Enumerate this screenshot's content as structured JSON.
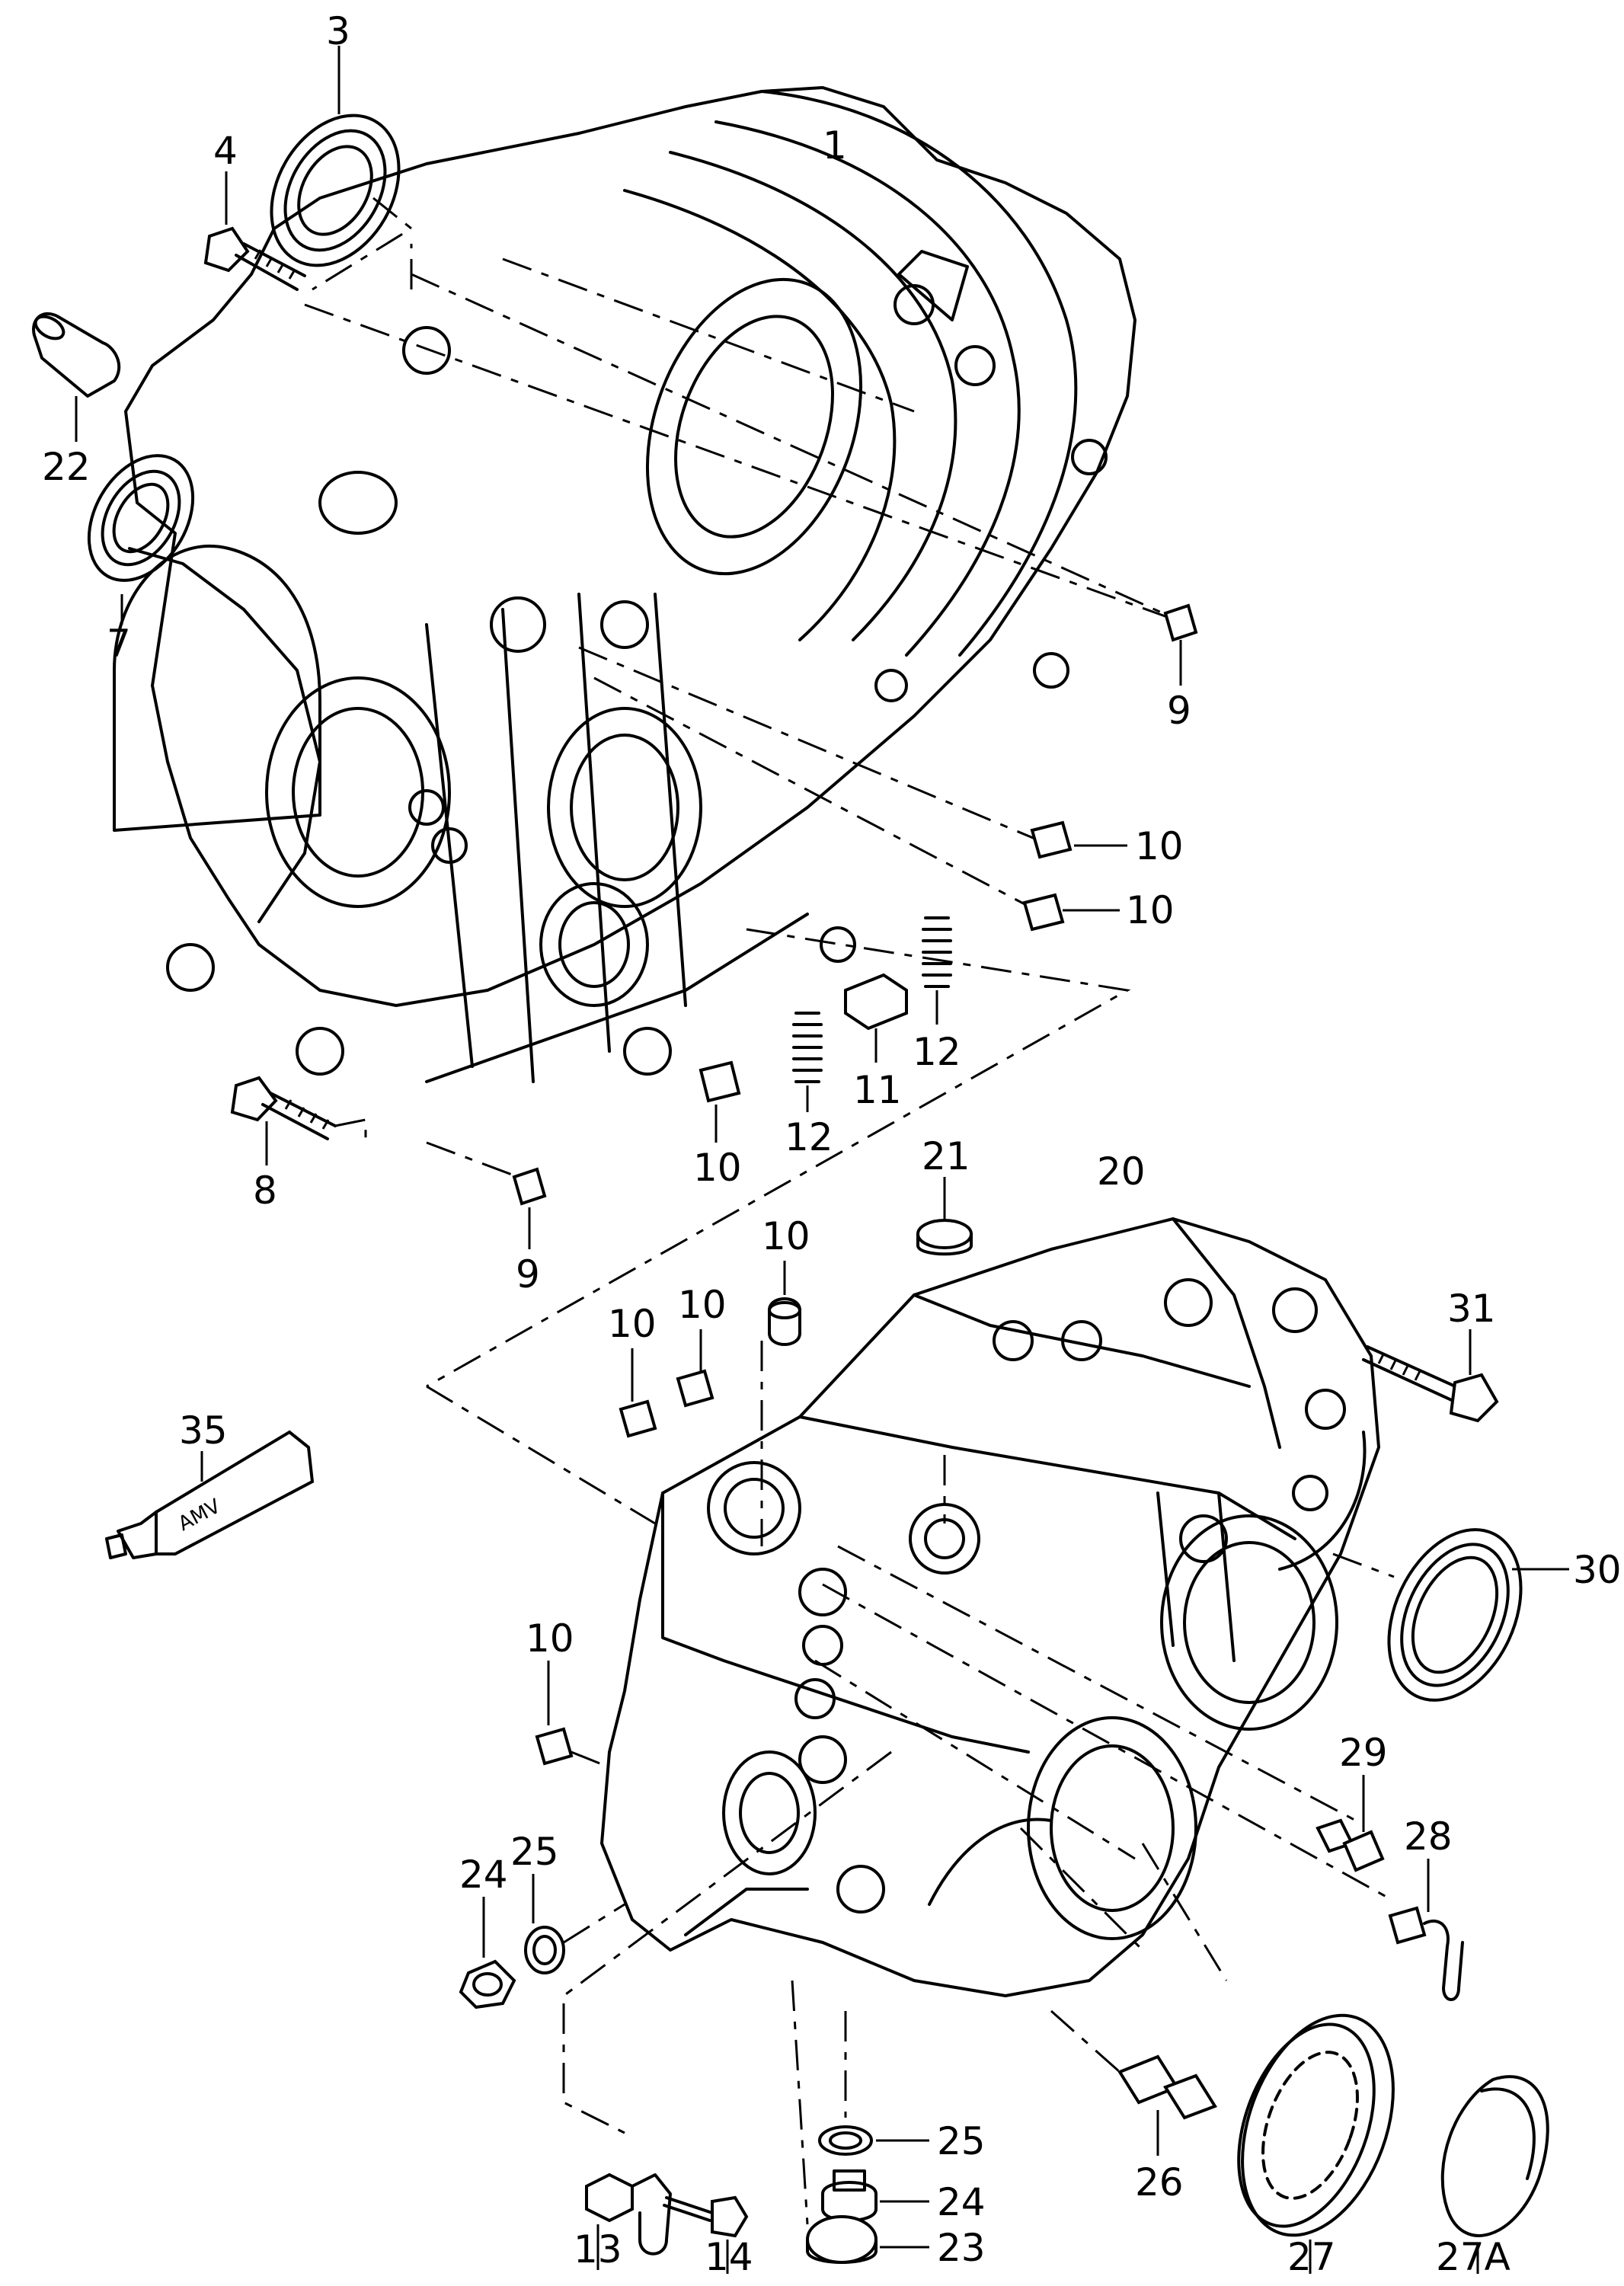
{
  "callouts": [
    {
      "id": "c1",
      "text": "1"
    },
    {
      "id": "c3",
      "text": "3"
    },
    {
      "id": "c4",
      "text": "4"
    },
    {
      "id": "c22",
      "text": "22"
    },
    {
      "id": "c7",
      "text": "7"
    },
    {
      "id": "c9a",
      "text": "9"
    },
    {
      "id": "c10a",
      "text": "10"
    },
    {
      "id": "c10b",
      "text": "10"
    },
    {
      "id": "c12a",
      "text": "12"
    },
    {
      "id": "c11",
      "text": "11"
    },
    {
      "id": "c12b",
      "text": "12"
    },
    {
      "id": "c8",
      "text": "8"
    },
    {
      "id": "c10c",
      "text": "10"
    },
    {
      "id": "c9b",
      "text": "9"
    },
    {
      "id": "c21",
      "text": "21"
    },
    {
      "id": "c20",
      "text": "20"
    },
    {
      "id": "c10d",
      "text": "10"
    },
    {
      "id": "c10e",
      "text": "10"
    },
    {
      "id": "c10f",
      "text": "10"
    },
    {
      "id": "c31",
      "text": "31"
    },
    {
      "id": "c35",
      "text": "35"
    },
    {
      "id": "c30",
      "text": "30"
    },
    {
      "id": "c10g",
      "text": "10"
    },
    {
      "id": "c29",
      "text": "29"
    },
    {
      "id": "c28",
      "text": "28"
    },
    {
      "id": "c24a",
      "text": "24"
    },
    {
      "id": "c25a",
      "text": "25"
    },
    {
      "id": "c25b",
      "text": "25"
    },
    {
      "id": "c24b",
      "text": "24"
    },
    {
      "id": "c26",
      "text": "26"
    },
    {
      "id": "c13",
      "text": "13"
    },
    {
      "id": "c14",
      "text": "14"
    },
    {
      "id": "c23",
      "text": "23"
    },
    {
      "id": "c27",
      "text": "27"
    },
    {
      "id": "c27A",
      "text": "27A"
    }
  ],
  "tube_label": "AMV"
}
